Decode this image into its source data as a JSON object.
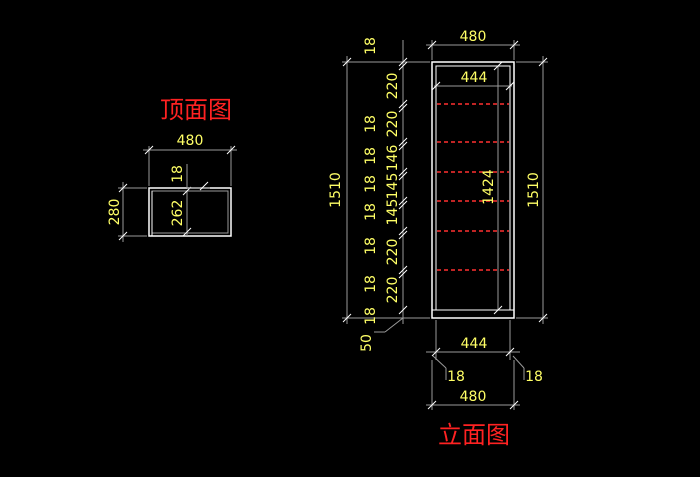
{
  "colors": {
    "background": "#000000",
    "outline": "#ffffff",
    "dimension": "#ffff66",
    "extension": "#9a9a9a",
    "title": "#ff2222",
    "shelf": "#ff3030"
  },
  "top_view": {
    "title": "顶面图",
    "width_label": "480",
    "depth_label": "280",
    "inner_depth_label": "262",
    "panel_label": "18"
  },
  "front_view": {
    "title": "立面图",
    "top_width_label": "480",
    "inner_width_top_label": "444",
    "inner_width_bottom_label": "444",
    "bottom_width_label": "480",
    "bottom_left_panel_label": "18",
    "bottom_right_panel_label": "18",
    "total_height_left_label": "1510",
    "total_height_right_label": "1510",
    "inner_height_label": "1424",
    "plinth_label": "50",
    "height_chain": [
      "18",
      "220",
      "18",
      "220",
      "18",
      "146",
      "18",
      "145",
      "18",
      "145",
      "18",
      "220",
      "18",
      "220",
      "18"
    ]
  }
}
